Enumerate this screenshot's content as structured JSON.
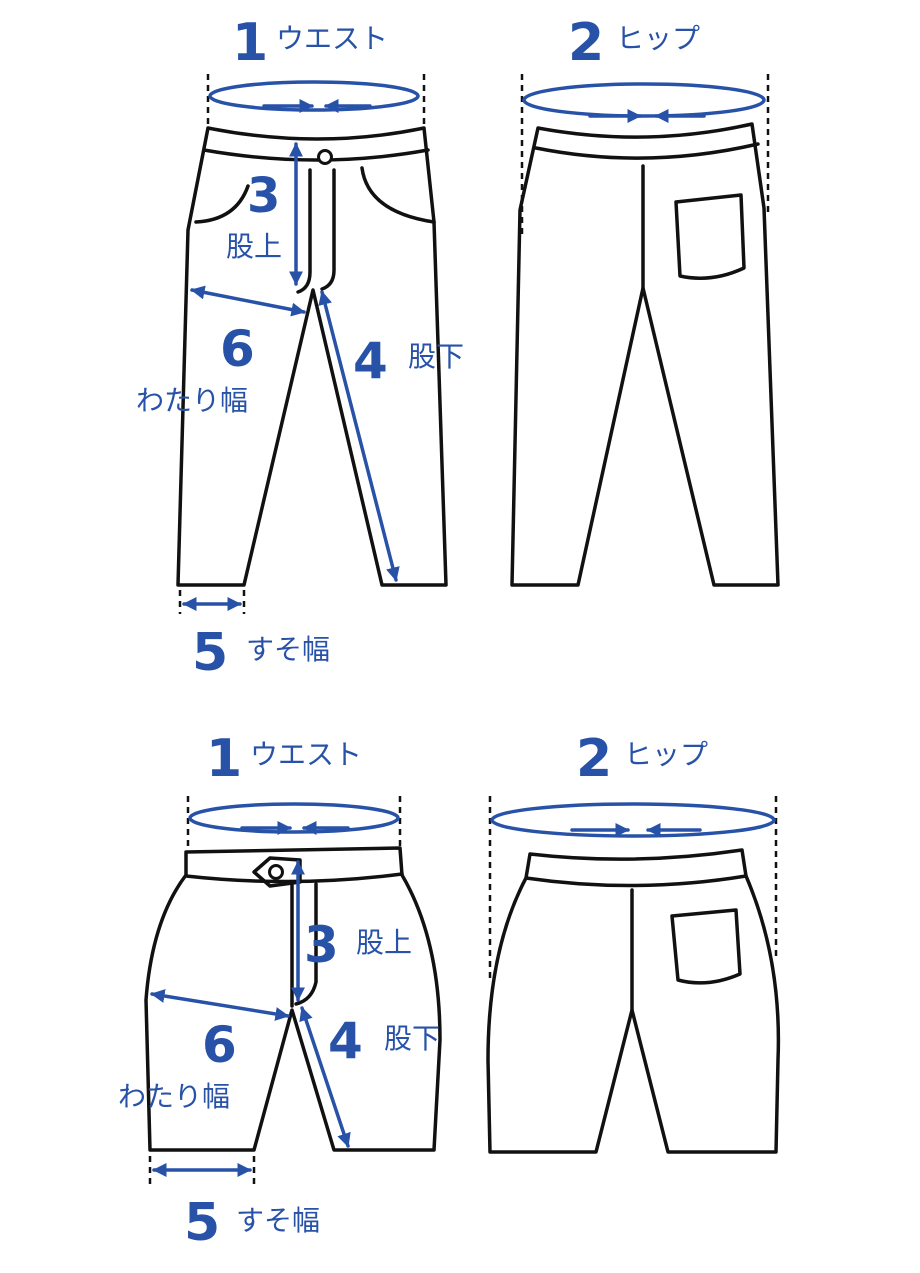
{
  "colors": {
    "accent": "#2752a8",
    "outline": "#111111",
    "background": "#ffffff"
  },
  "pants": {
    "front": {
      "waist": {
        "number": "1",
        "label": "ウエスト"
      },
      "rise": {
        "number": "3",
        "label": "股上"
      },
      "inseam": {
        "number": "4",
        "label": "股下"
      },
      "thigh": {
        "number": "6",
        "label": "わたり幅"
      },
      "hem": {
        "number": "5",
        "label": "すそ幅"
      }
    },
    "back": {
      "hip": {
        "number": "2",
        "label": "ヒップ"
      }
    }
  },
  "shorts": {
    "front": {
      "waist": {
        "number": "1",
        "label": "ウエスト"
      },
      "rise": {
        "number": "3",
        "label": "股上"
      },
      "inseam": {
        "number": "4",
        "label": "股下"
      },
      "thigh": {
        "number": "6",
        "label": "わたり幅"
      },
      "hem": {
        "number": "5",
        "label": "すそ幅"
      }
    },
    "back": {
      "hip": {
        "number": "2",
        "label": "ヒップ"
      }
    }
  }
}
